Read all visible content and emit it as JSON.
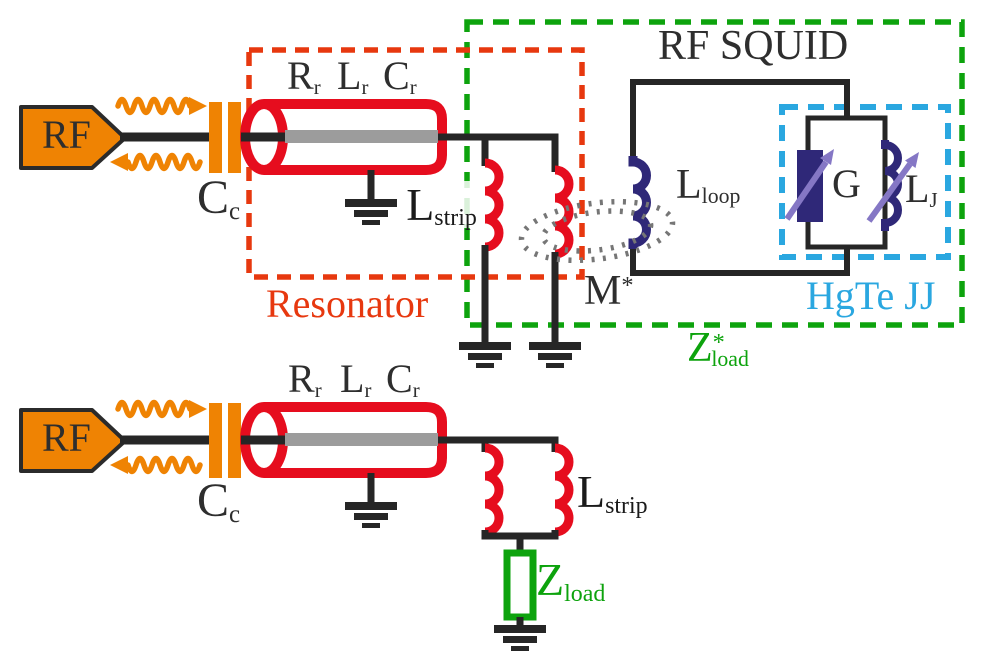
{
  "top": {
    "rf": "RF",
    "cc": {
      "base": "C",
      "sub": "c"
    },
    "rlc": [
      {
        "base": "R",
        "sub": "r"
      },
      {
        "base": "L",
        "sub": "r"
      },
      {
        "base": "C",
        "sub": "r"
      }
    ],
    "lstrip": {
      "base": "L",
      "sub": "strip"
    },
    "resonator": "Resonator",
    "rf_squid": "RF SQUID",
    "lloop": {
      "base": "L",
      "sub": "loop"
    },
    "mutual": {
      "base": "M",
      "sup": "*"
    },
    "hgte_jj": "HgTe JJ",
    "g": "G",
    "lj": {
      "base": "L",
      "sub": "J"
    },
    "zload": {
      "base": "Z",
      "sup": "*",
      "sub": "load"
    }
  },
  "bottom": {
    "rf": "RF",
    "cc": {
      "base": "C",
      "sub": "c"
    },
    "rlc": [
      {
        "base": "R",
        "sub": "r"
      },
      {
        "base": "L",
        "sub": "r"
      },
      {
        "base": "C",
        "sub": "r"
      }
    ],
    "lstrip": {
      "base": "L",
      "sub": "strip"
    },
    "zload": {
      "base": "Z",
      "sub": "load"
    }
  },
  "colors": {
    "orange": "#ef8303",
    "circuit_red": "#e60d1e",
    "resonator_red": "#e7380f",
    "green": "#0da30d",
    "cyan": "#2aa7e0",
    "navy": "#2f2878",
    "purple": "#8577c5",
    "wire_dark": "#262626",
    "label_dark": "#2e2e2e",
    "conductor_gray": "#9c9c9c",
    "flux_gray": "#767676",
    "background": "#ffffff"
  }
}
